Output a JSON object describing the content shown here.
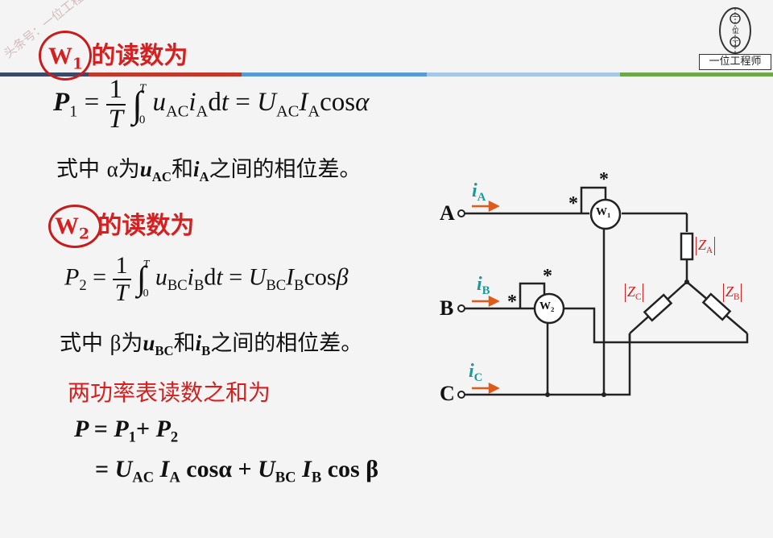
{
  "watermark": {
    "side_text": "头条号：一位工程师",
    "logo_caption": "一位工程师",
    "logo_glyphs": [
      "一",
      "位",
      "工"
    ]
  },
  "headings": {
    "w1": {
      "label_main": "W",
      "label_sub": "1",
      "suffix": "的读数为"
    },
    "w2": {
      "label_main": "W",
      "label_sub": "2",
      "suffix": "的读数为"
    },
    "sum": "两功率表读数之和为"
  },
  "formula_p1": {
    "lhs_main": "P",
    "lhs_sub": "1",
    "eq": "=",
    "frac_num": "1",
    "frac_den": "T",
    "int_upper": "T",
    "int_lower": "0",
    "u": "u",
    "u_sub": "AC",
    "i": "i",
    "i_sub": "A",
    "dt": "d",
    "t": "t",
    "eq2": "=",
    "U": "U",
    "U_sub": "AC",
    "I": "I",
    "I_sub": "A",
    "cos": "cos",
    "angle": "α"
  },
  "note1": {
    "prefix": "式中 ",
    "angle": "α",
    "mid": "为",
    "u": "u",
    "u_sub": "AC",
    "and": "和",
    "i": "i",
    "i_sub": "A",
    "tail": "之间的相位差。"
  },
  "formula_p2": {
    "lhs_main": "P",
    "lhs_sub": "2",
    "eq": "=",
    "frac_num": "1",
    "frac_den": "T",
    "int_upper": "T",
    "int_lower": "0",
    "u": "u",
    "u_sub": "BC",
    "i": "i",
    "i_sub": "B",
    "dt": "d",
    "t": "t",
    "eq2": "=",
    "U": "U",
    "U_sub": "BC",
    "I": "I",
    "I_sub": "B",
    "cos": "cos",
    "angle": "β"
  },
  "note2": {
    "prefix": "式中 ",
    "angle": "β",
    "mid": "为",
    "u": "u",
    "u_sub": "BC",
    "and": "和",
    "i": "i",
    "i_sub": "B",
    "tail": "之间的相位差。"
  },
  "sum_line1": {
    "P": "P",
    "eq": "=",
    "P1": "P",
    "P1_sub": "1",
    "plus": "+",
    "P2": "P",
    "P2_sub": "2"
  },
  "sum_line2": {
    "eq": "=",
    "U1": "U",
    "U1_sub": "AC",
    "I1": "I",
    "I1_sub": "A",
    "cos1": "cosα",
    "plus": "+",
    "U2": "U",
    "U2_sub": "BC",
    "I2": "I",
    "I2_sub": "B",
    "cos2": "cos β"
  },
  "circuit": {
    "phase_A": "A",
    "phase_B": "B",
    "phase_C": "C",
    "current_A": {
      "sym": "i",
      "sub": "A"
    },
    "current_B": {
      "sym": "i",
      "sub": "B"
    },
    "current_C": {
      "sym": "i",
      "sub": "C"
    },
    "meter1": {
      "sym": "W",
      "sub": "1"
    },
    "meter2": {
      "sym": "W",
      "sub": "2"
    },
    "star": "*",
    "ZA": {
      "sym": "Z",
      "sub": "A"
    },
    "ZB": {
      "sym": "Z",
      "sub": "B"
    },
    "ZC": {
      "sym": "Z",
      "sub": "C"
    }
  },
  "colors": {
    "heading_red": "#d42020",
    "teal": "#1a9a9a",
    "arrow": "#e05a1a",
    "stripe": [
      "#3a4a6a",
      "#c0392b",
      "#5a9ad4",
      "#a6c8e8",
      "#4a8a2a",
      "#7ab84a"
    ]
  }
}
